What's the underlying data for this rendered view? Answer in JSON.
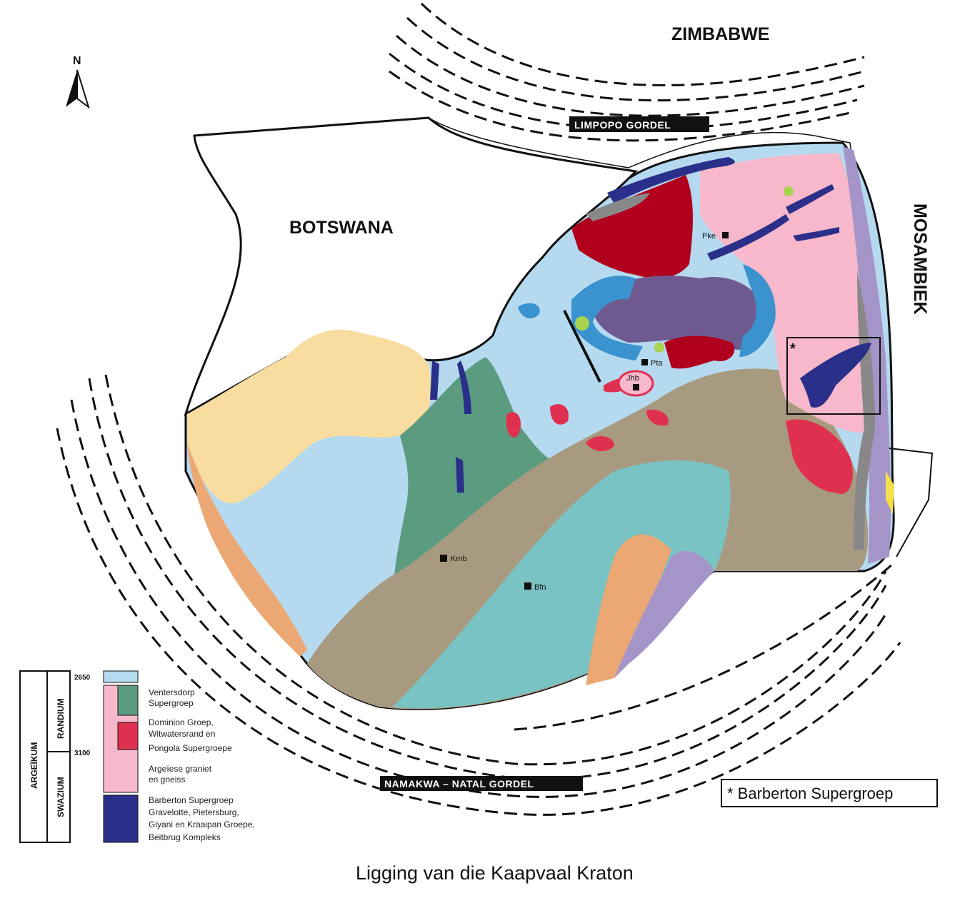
{
  "caption": "Ligging van die Kaapvaal Kraton",
  "north_label": "N",
  "countries": {
    "zimbabwe": "ZIMBABWE",
    "botswana": "BOTSWANA",
    "mozambique": "MOSAMBIEK"
  },
  "belts": {
    "limpopo": "LIMPOPO GORDEL",
    "namakwa_natal": "NAMAKWA – NATAL GORDEL"
  },
  "cities": {
    "polokwane": "Pke",
    "pretoria": "Pta",
    "johannesburg": "Jhb",
    "kimberley": "Kmb",
    "bloemfontein": "Bfn"
  },
  "barberton_box": {
    "star": "*",
    "note": "* Barberton Supergroep"
  },
  "legend": {
    "eon": "ARGEÏKUM",
    "eras": [
      "RANDIUM",
      "SWAZIUM"
    ],
    "ticks": [
      "2650",
      "3100"
    ],
    "units": [
      {
        "id": "ventersdorp",
        "line1": "Ventersdorp",
        "line2": "Supergroep",
        "line3": "",
        "line4": "",
        "color": "#5b9c80"
      },
      {
        "id": "dominion",
        "line1": "Dominion Groep,",
        "line2": "Witwatersrand en",
        "line3": "Pongola Supergroepe",
        "line4": "",
        "color": "#e0304f"
      },
      {
        "id": "granite",
        "line1": "Argeïese graniet",
        "line2": "en gneiss",
        "line3": "",
        "line4": "",
        "color": "#f7b8cb"
      },
      {
        "id": "barberton",
        "line1": "Barberton Supergroep",
        "line2": "Gravelotte, Pietersburg,",
        "line3": "Giyani en Kraaipan Groepe,",
        "line4": "Beitbrug Kompleks",
        "color": "#2a2f8a"
      }
    ],
    "top_unit_color": "#b5daf0"
  },
  "colors": {
    "transvaal_light_blue": "#b5daf0",
    "karoo_brown": "#a89a80",
    "karoo_teal": "#79c3c4",
    "kalahari_yellow": "#f9dca0",
    "bushveld_red": "#b0001e",
    "bushveld_purple": "#6e5a8e",
    "lilac": "#a594c8",
    "grey": "#888888",
    "orange": "#eca874"
  }
}
